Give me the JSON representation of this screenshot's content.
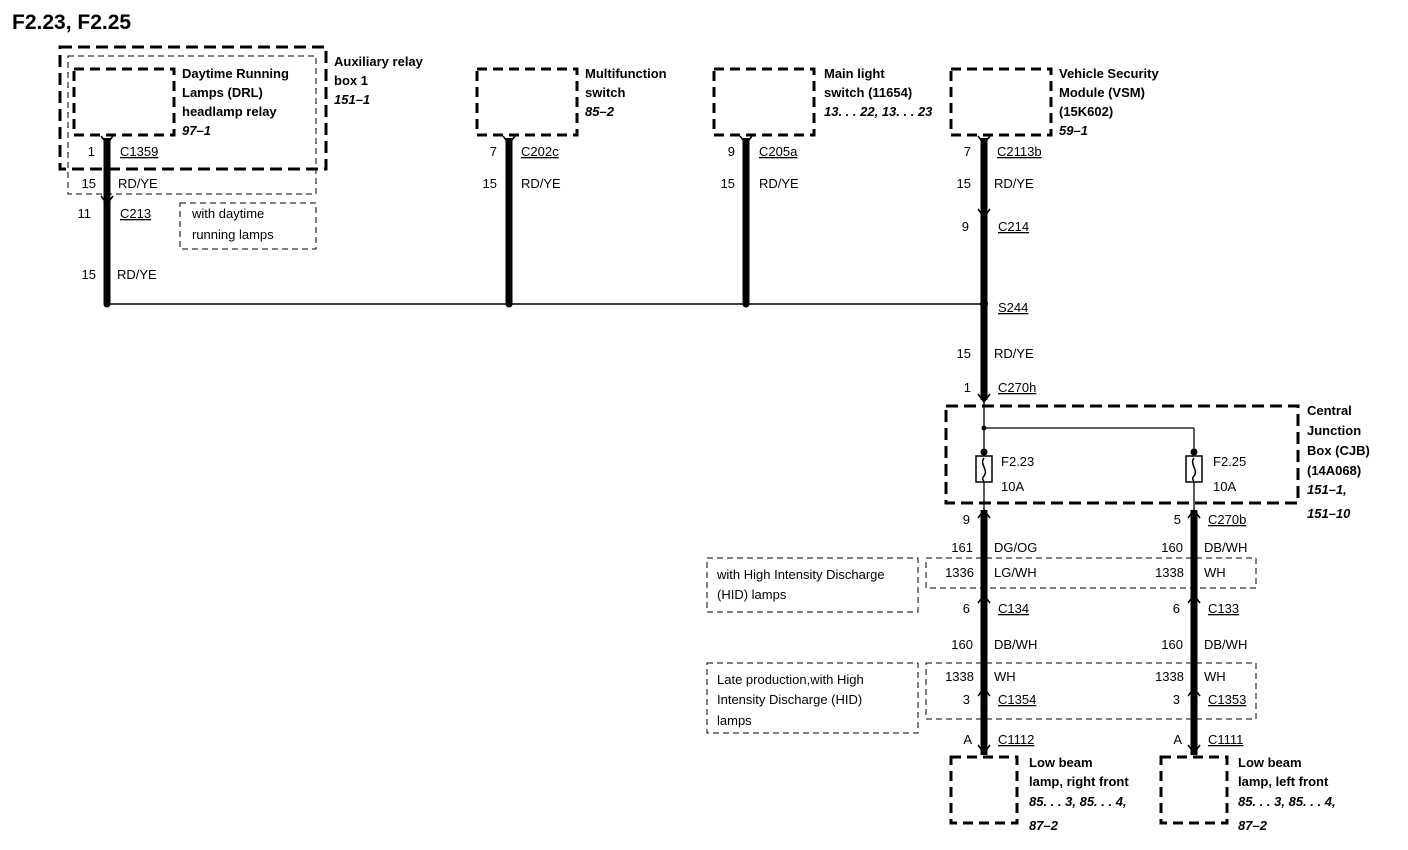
{
  "title": "F2.23, F2.25",
  "components": {
    "aux_relay_box": {
      "name_line1": "Auxiliary relay",
      "name_line2": "box 1",
      "ref": "151–1"
    },
    "drl_relay": {
      "name_line1": "Daytime Running",
      "name_line2": "Lamps (DRL)",
      "name_line3": "headlamp relay",
      "ref": "97–1"
    },
    "multifunction_switch": {
      "name_line1": "Multifunction",
      "name_line2": "switch",
      "ref": "85–2"
    },
    "main_light_switch": {
      "name_line1": "Main light",
      "name_line2": "switch (11654)",
      "ref": "13. . . 22, 13. . . 23"
    },
    "vsm": {
      "name_line1": "Vehicle Security",
      "name_line2": "Module (VSM)",
      "name_line3": "(15K602)",
      "ref": "59–1"
    },
    "cjb": {
      "name_line1": "Central",
      "name_line2": "Junction",
      "name_line3": "Box (CJB)",
      "name_line4": "(14A068)",
      "ref1": "151–1,",
      "ref2": "151–10"
    },
    "lamp_right": {
      "name_line1": "Low beam",
      "name_line2": "lamp, right front",
      "ref1": "85. . . 3, 85. . . 4,",
      "ref2": "87–2"
    },
    "lamp_left": {
      "name_line1": "Low beam",
      "name_line2": "lamp, left front",
      "ref1": "85. . . 3, 85. . . 4,",
      "ref2": "87–2"
    }
  },
  "fuses": {
    "f223": {
      "label": "F2.23",
      "rating": "10A"
    },
    "f225": {
      "label": "F2.25",
      "rating": "10A"
    }
  },
  "options": {
    "drl": {
      "line1": "with daytime",
      "line2": "running lamps"
    },
    "hid": {
      "line1": "with High Intensity Discharge",
      "line2": "(HID) lamps"
    },
    "late_hid": {
      "line1": "Late production,with High",
      "line2": "Intensity Discharge (HID)",
      "line3": "lamps"
    }
  },
  "wiring": {
    "drl_branch": {
      "pin1": "1",
      "connector1": "C1359",
      "circuit1": "15",
      "color1": "RD/YE",
      "pin2": "11",
      "connector2": "C213",
      "circuit2": "15",
      "color2": "RD/YE"
    },
    "mfs_branch": {
      "pin": "7",
      "connector": "C202c",
      "circuit": "15",
      "color": "RD/YE"
    },
    "mls_branch": {
      "pin": "9",
      "connector": "C205a",
      "circuit": "15",
      "color": "RD/YE"
    },
    "vsm_branch": {
      "pin1": "7",
      "connector1": "C2113b",
      "circuit1": "15",
      "color1": "RD/YE",
      "pin2": "9",
      "connector2": "C214",
      "splice": "S244",
      "circuit2": "15",
      "color2": "RD/YE",
      "pin3": "1",
      "connector3": "C270h"
    },
    "right_path": {
      "pin_cjb": "9",
      "circuit_a": "161",
      "color_a": "DG/OG",
      "circuit_hid": "1336",
      "color_hid": "LG/WH",
      "pin_c134": "6",
      "connector_c134": "C134",
      "circuit_b": "160",
      "color_b": "DB/WH",
      "circuit_late": "1338",
      "color_late": "WH",
      "pin_c1354": "3",
      "connector_c1354": "C1354",
      "pin_lamp": "A",
      "connector_lamp": "C1112"
    },
    "left_path": {
      "pin_cjb": "5",
      "connector_cjb": "C270b",
      "circuit_a": "160",
      "color_a": "DB/WH",
      "circuit_hid": "1338",
      "color_hid": "WH",
      "pin_c133": "6",
      "connector_c133": "C133",
      "circuit_b": "160",
      "color_b": "DB/WH",
      "circuit_late": "1338",
      "color_late": "WH",
      "pin_c1353": "3",
      "connector_c1353": "C1353",
      "pin_lamp": "A",
      "connector_lamp": "C1111"
    }
  }
}
